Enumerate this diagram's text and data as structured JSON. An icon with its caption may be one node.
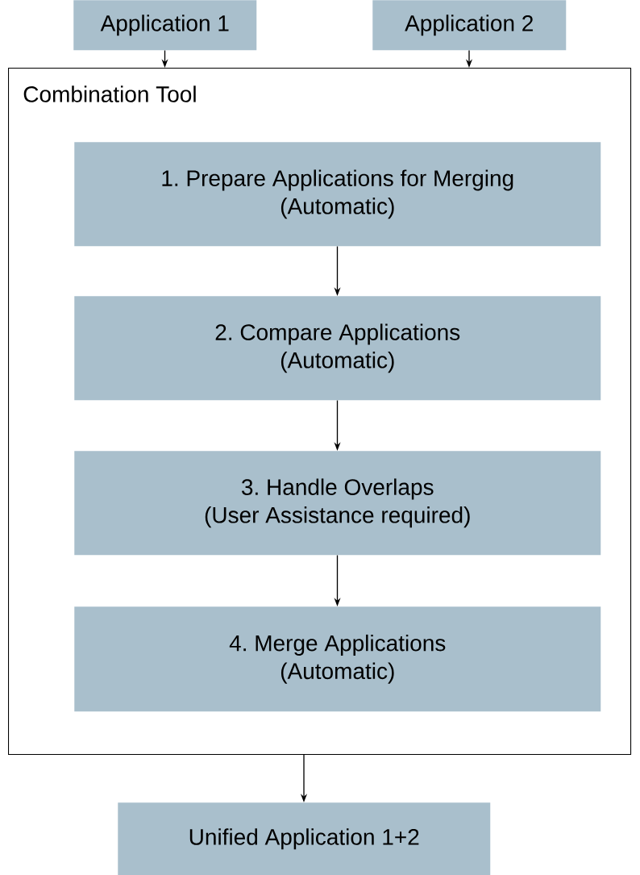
{
  "diagram": {
    "nodes": [
      {
        "text": [
          "Application 1"
        ]
      },
      {
        "text": [
          "Application 2"
        ]
      },
      {
        "text": [
          "Combination Tool"
        ]
      },
      {
        "text": [
          "1. Prepare Applications for Merging",
          "(Automatic)"
        ],
        "in": 2
      },
      {
        "text": [
          "2. Compare Applications",
          "(Automatic)"
        ],
        "in": 2
      },
      {
        "text": [
          "3. Handle Overlaps",
          "(User Assistance required)"
        ],
        "in": 2
      },
      {
        "text": [
          "4. Merge Applications",
          "(Automatic)"
        ],
        "in": 2
      },
      {
        "text": [
          "Unified Application 1+2"
        ]
      }
    ],
    "edges": [
      {
        "from": 0,
        "to": 2,
        "arrow": "to"
      },
      {
        "from": 1,
        "to": 2,
        "arrow": "to"
      },
      {
        "from": 3,
        "to": 4,
        "arrow": "to"
      },
      {
        "from": 4,
        "to": 5,
        "arrow": "to"
      },
      {
        "from": 5,
        "to": 6,
        "arrow": "to"
      },
      {
        "from": 2,
        "to": 7,
        "arrow": "to"
      }
    ]
  }
}
